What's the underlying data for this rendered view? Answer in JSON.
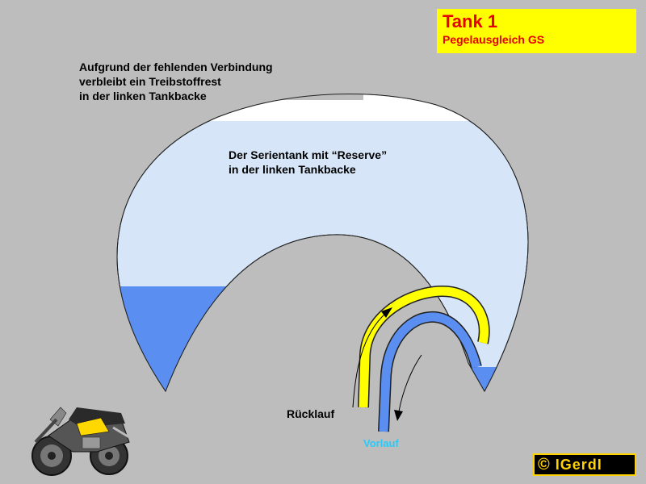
{
  "title": {
    "main": "Tank 1",
    "sub": "Pegelausgleich GS"
  },
  "notes": {
    "left": [
      "Aufgrund der fehlenden Verbindung",
      "verbleibt ein Treibstoffrest",
      "in der linken Tankbacke"
    ],
    "center": [
      "Der Serientank mit “Reserve”",
      "in der linken Tankbacke"
    ]
  },
  "labels": {
    "return": "Rücklauf",
    "flow": "Vorlauf"
  },
  "copyright": {
    "symbol": "©",
    "name": "IGerdI"
  },
  "colors": {
    "background": "#bdbdbd",
    "tank_fill": "#d6e6f8",
    "fuel": "#5a8ef0",
    "return_pipe": "#ffff00",
    "flow_pipe": "#5a8ef0",
    "title_bg": "#ffff00",
    "title_text": "#e60000",
    "flow_label": "#22ccff"
  },
  "icons": [
    "motorcycle-illustration",
    "return-arrow-icon",
    "flow-arrow-icon"
  ]
}
